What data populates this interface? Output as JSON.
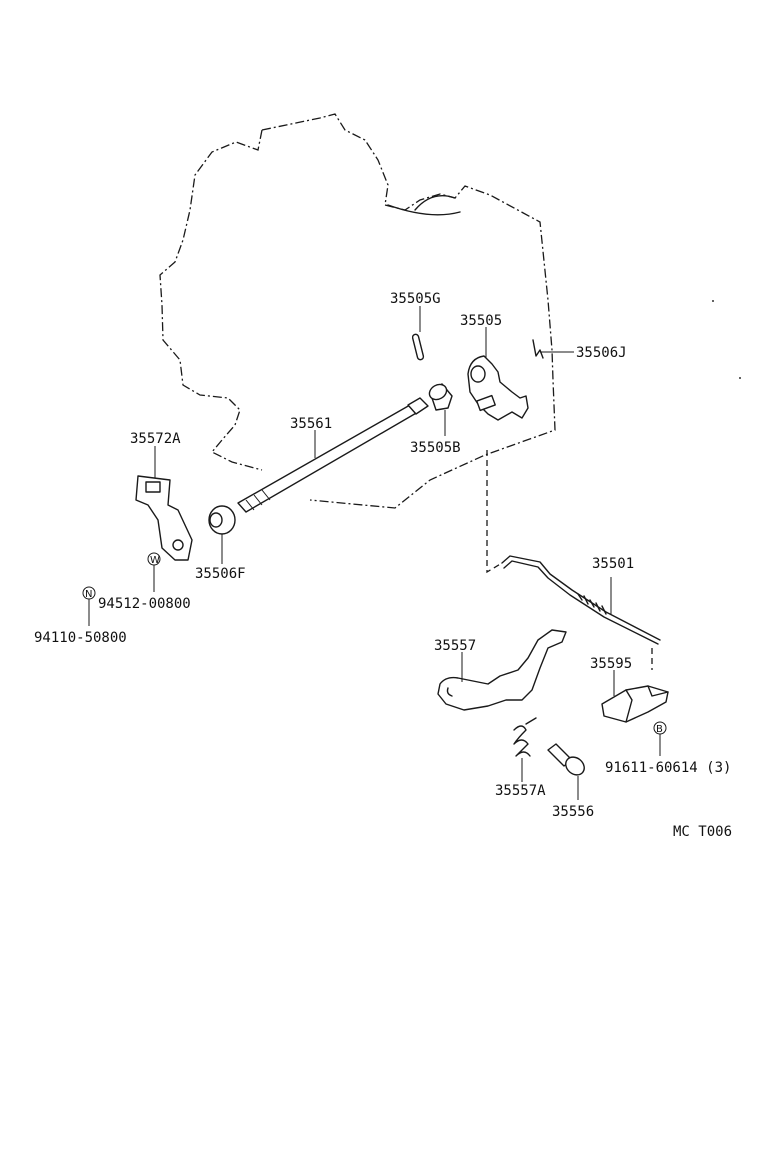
{
  "diagram": {
    "code": "MC  T006",
    "parts": {
      "p35505G": "35505G",
      "p35505": "35505",
      "p35506J": "35506J",
      "p35561": "35561",
      "p35505B": "35505B",
      "p35572A": "35572A",
      "p35506F": "35506F",
      "p94512": "94512-00800",
      "p94110": "94110-50800",
      "p35501": "35501",
      "p35557": "35557",
      "p35595": "35595",
      "p91611": "91611-60614 (3)",
      "p35557A": "35557A",
      "p35556": "35556"
    },
    "markers": {
      "w": "W",
      "n": "N",
      "b": "B"
    }
  }
}
